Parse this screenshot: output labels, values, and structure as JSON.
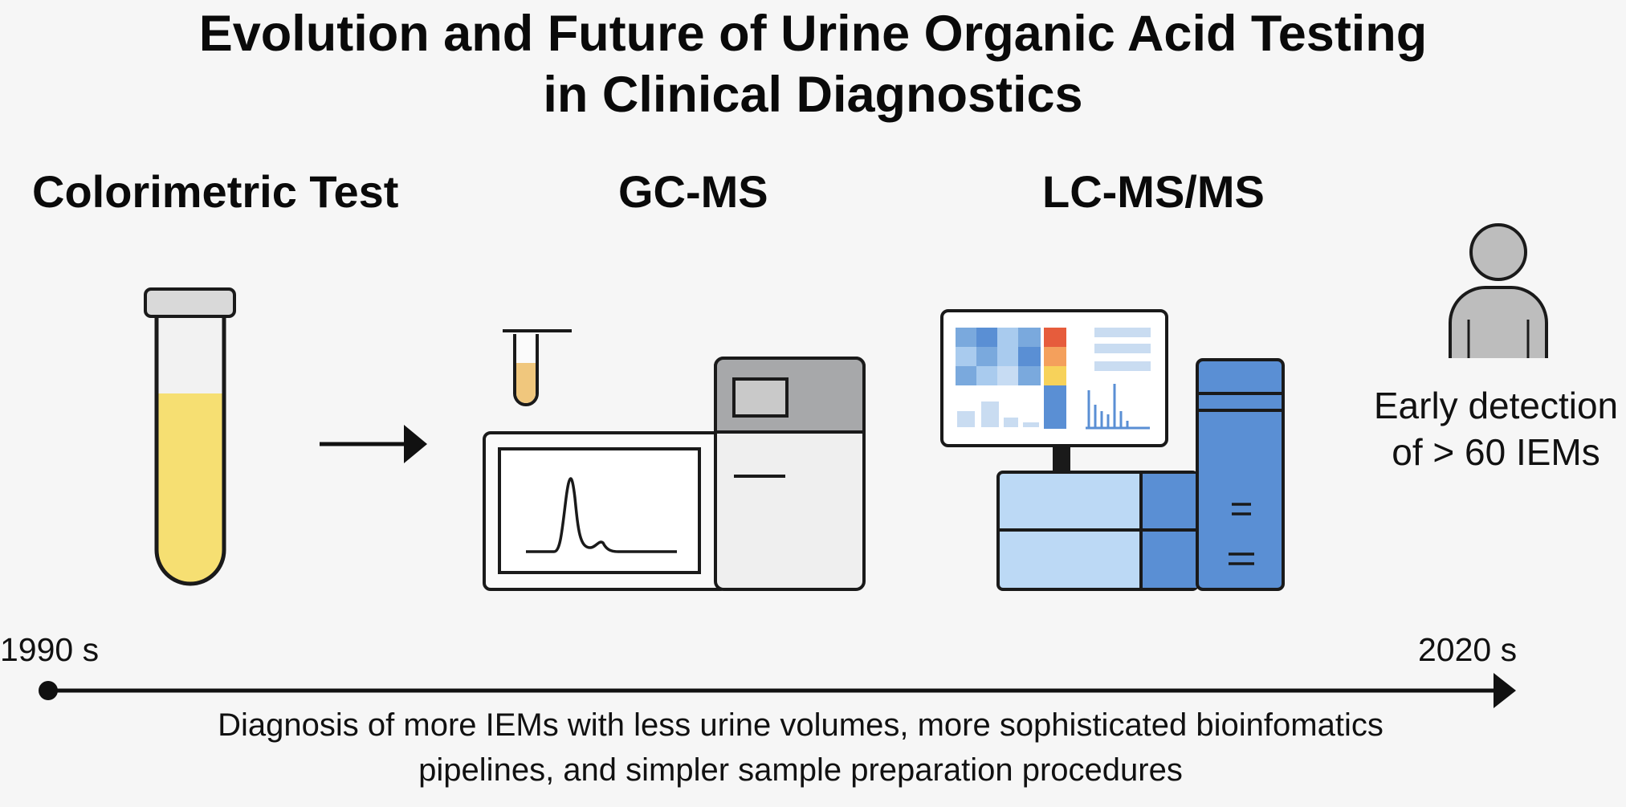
{
  "title": {
    "line1": "Evolution and Future of Urine Organic Acid Testing",
    "line2": "in Clinical Diagnostics"
  },
  "stages": [
    {
      "label": "Colorimetric Test",
      "icon": "test-tube-icon"
    },
    {
      "label": "GC-MS",
      "icon": "gc-ms-instrument-icon"
    },
    {
      "label": "LC-MS/MS",
      "icon": "lc-ms-ms-instrument-icon"
    }
  ],
  "outcome": {
    "line1": "Early detection",
    "line2": "of > 60 IEMs",
    "icon": "person-icon"
  },
  "timeline": {
    "start": "1990 s",
    "end": "2020 s"
  },
  "caption": {
    "line1": "Diagnosis of more IEMs with less urine volumes, more sophisticated bioinfomatics",
    "line2": "pipelines, and simpler sample preparation procedures"
  },
  "colors": {
    "background": "#f6f6f6",
    "urine": "#f6df72",
    "instrument_gray": "#a7a8aa",
    "lcms_blue": "#5a8fd4",
    "lcms_light_blue": "#bcd9f5",
    "person_gray": "#bdbdbd"
  }
}
